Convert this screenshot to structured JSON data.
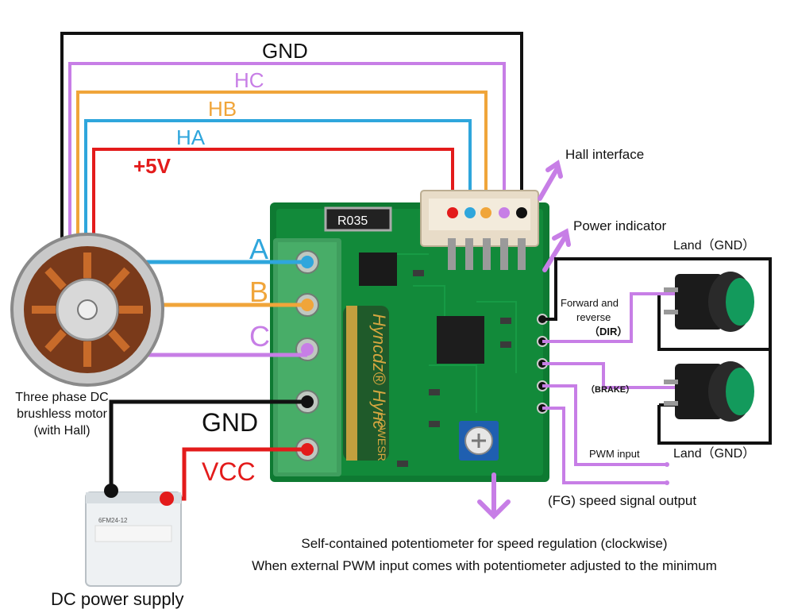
{
  "colors": {
    "gnd": "#111111",
    "hc": "#c77ee6",
    "hb": "#f0a53a",
    "ha": "#2fa6dc",
    "vcc": "#e31b1b",
    "board": "#0e7a32",
    "terminal": "#3f9e5e",
    "arrow": "#c77ee6"
  },
  "wire_labels": {
    "gnd_top": "GND",
    "hc": "HC",
    "hb": "HB",
    "ha": "HA",
    "plus5v": "+5V",
    "phase_a": "A",
    "phase_b": "B",
    "phase_c": "C",
    "gnd_power": "GND",
    "vcc": "VCC"
  },
  "labels": {
    "hall_interface": "Hall interface",
    "power_indicator": "Power indicator",
    "land_gnd_top": "Land（GND）",
    "forward_reverse_line1": "Forward and",
    "forward_reverse_line2": "reverse",
    "dir": "（DIR）",
    "brake": "（BRAKE）",
    "pwm_input": "PWM input",
    "land_gnd_bottom": "Land（GND）",
    "fg_output": "(FG) speed signal output",
    "motor_line1": "Three phase DC",
    "motor_line2": "brushless motor",
    "motor_line3": "(with Hall)",
    "power_supply": "DC power supply",
    "note_line1": "Self-contained potentiometer for speed regulation (clockwise)",
    "note_line2": "When external PWM input comes with potentiometer adjusted to the minimum"
  },
  "board_text": {
    "resistor": "R035",
    "capacitor_brand": "Hyncdz®  Hync",
    "capacitor_sub": "LOWESR",
    "battery_model": "6FM24-12"
  },
  "icons": {
    "motor": "brushless-motor-icon",
    "battery": "battery-icon",
    "button": "push-button-icon",
    "potentiometer": "potentiometer-icon"
  }
}
